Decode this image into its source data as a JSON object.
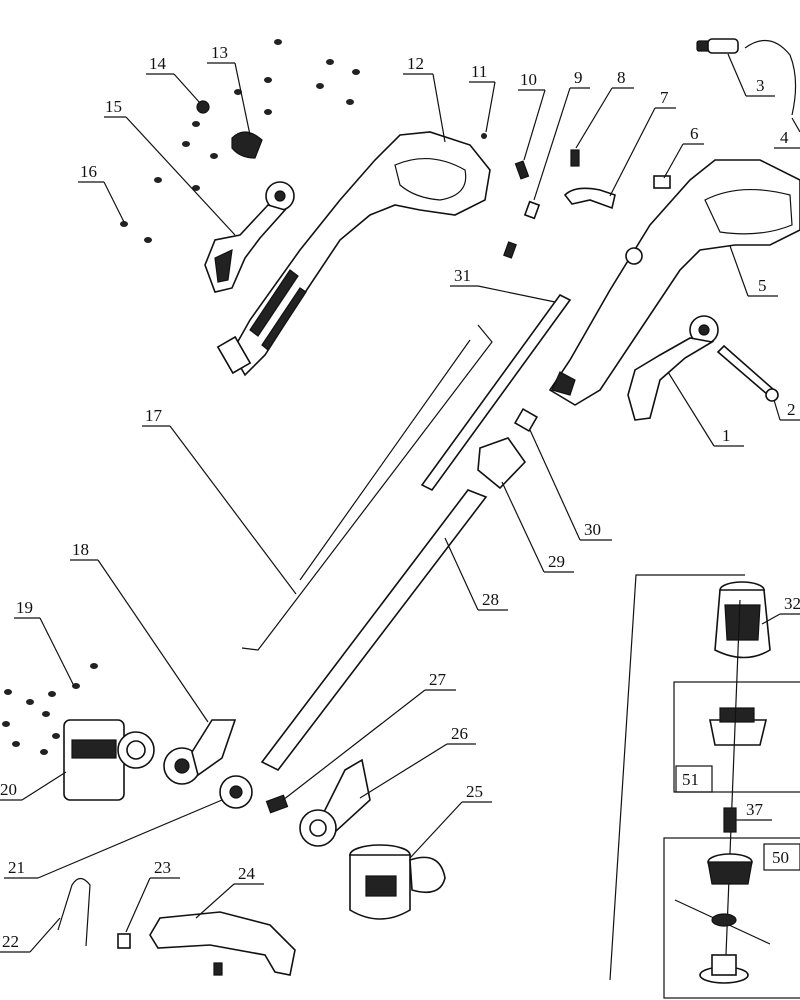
{
  "diagram": {
    "callouts": [
      "1",
      "2",
      "3",
      "4",
      "5",
      "6",
      "7",
      "8",
      "9",
      "10",
      "11",
      "12",
      "13",
      "14",
      "15",
      "16",
      "17",
      "18",
      "19",
      "20",
      "21",
      "22",
      "23",
      "24",
      "25",
      "26",
      "27",
      "28",
      "29",
      "30",
      "31",
      "32",
      "37",
      "50",
      "51"
    ]
  }
}
